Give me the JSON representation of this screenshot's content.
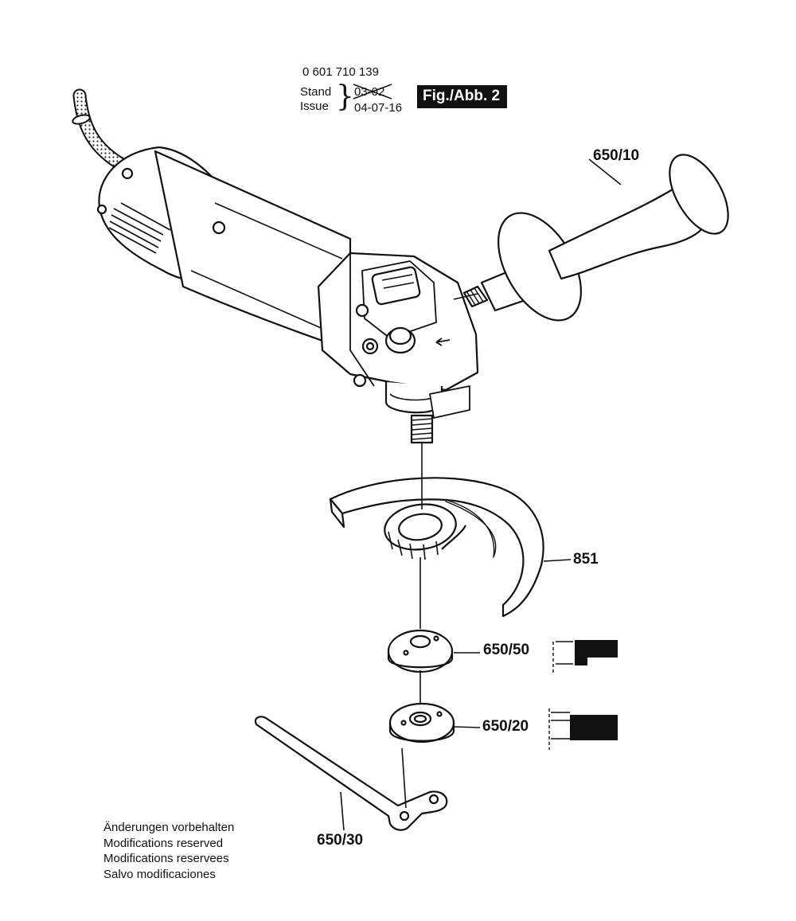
{
  "header": {
    "part_number": "0 601 710 139",
    "stand_label": "Stand",
    "issue_label": "Issue",
    "old_date": "03-02",
    "new_date": "04-07-16",
    "figure_label": "Fig./Abb. 2"
  },
  "callouts": {
    "handle": "650/10",
    "guard": "851",
    "inner_flange": "650/50",
    "clamp_nut": "650/20",
    "spanner": "650/30"
  },
  "notes": [
    "Änderungen vorbehalten",
    "Modifications reserved",
    "Modifications reservees",
    "Salvo modificaciones"
  ]
}
